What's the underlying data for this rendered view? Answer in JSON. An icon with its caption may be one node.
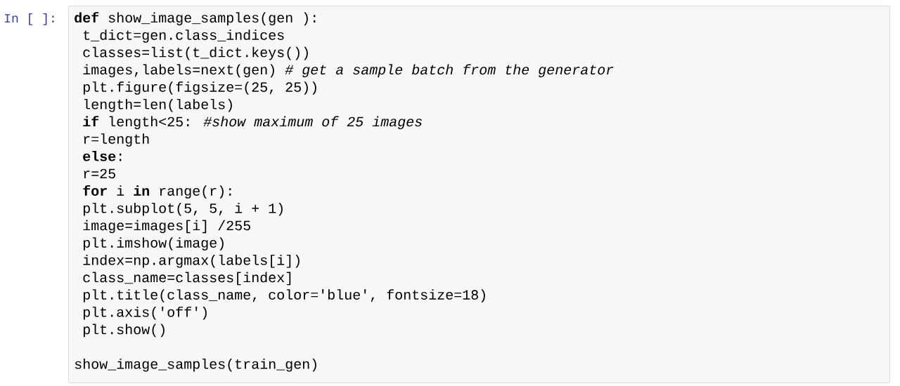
{
  "diagram": {
    "nodes": [
      {
        "text": [
          "**def** show_image_samples(gen ):",
          "    t_dict=gen.class_indices",
          "    classes=list(t_dict.keys())",
          "    images,labels=next(gen) *# get a sample batch from the generator*",
          "    plt.figure(figsize=(25, 25))",
          "    length=len(labels)",
          "    **if** length<25:   *#show maximum of 25 images*",
          "        r=length",
          "    **else**:",
          "        r=25",
          "    **for** i **in** range(r):",
          "        plt.subplot(5, 5, i + 1)",
          "        image=images[i] /255",
          "        plt.imshow(image)",
          "        index=np.argmax(labels[i])",
          "        class_name=classes[index]",
          "        plt.title(class_name, color='blue', fontsize=18)",
          "        plt.axis('off')",
          "    plt.show()",
          "show_image_samples(train_gen)"
        ],
        "beside": [
          "In [ ]:"
        ]
      }
    ]
  }
}
